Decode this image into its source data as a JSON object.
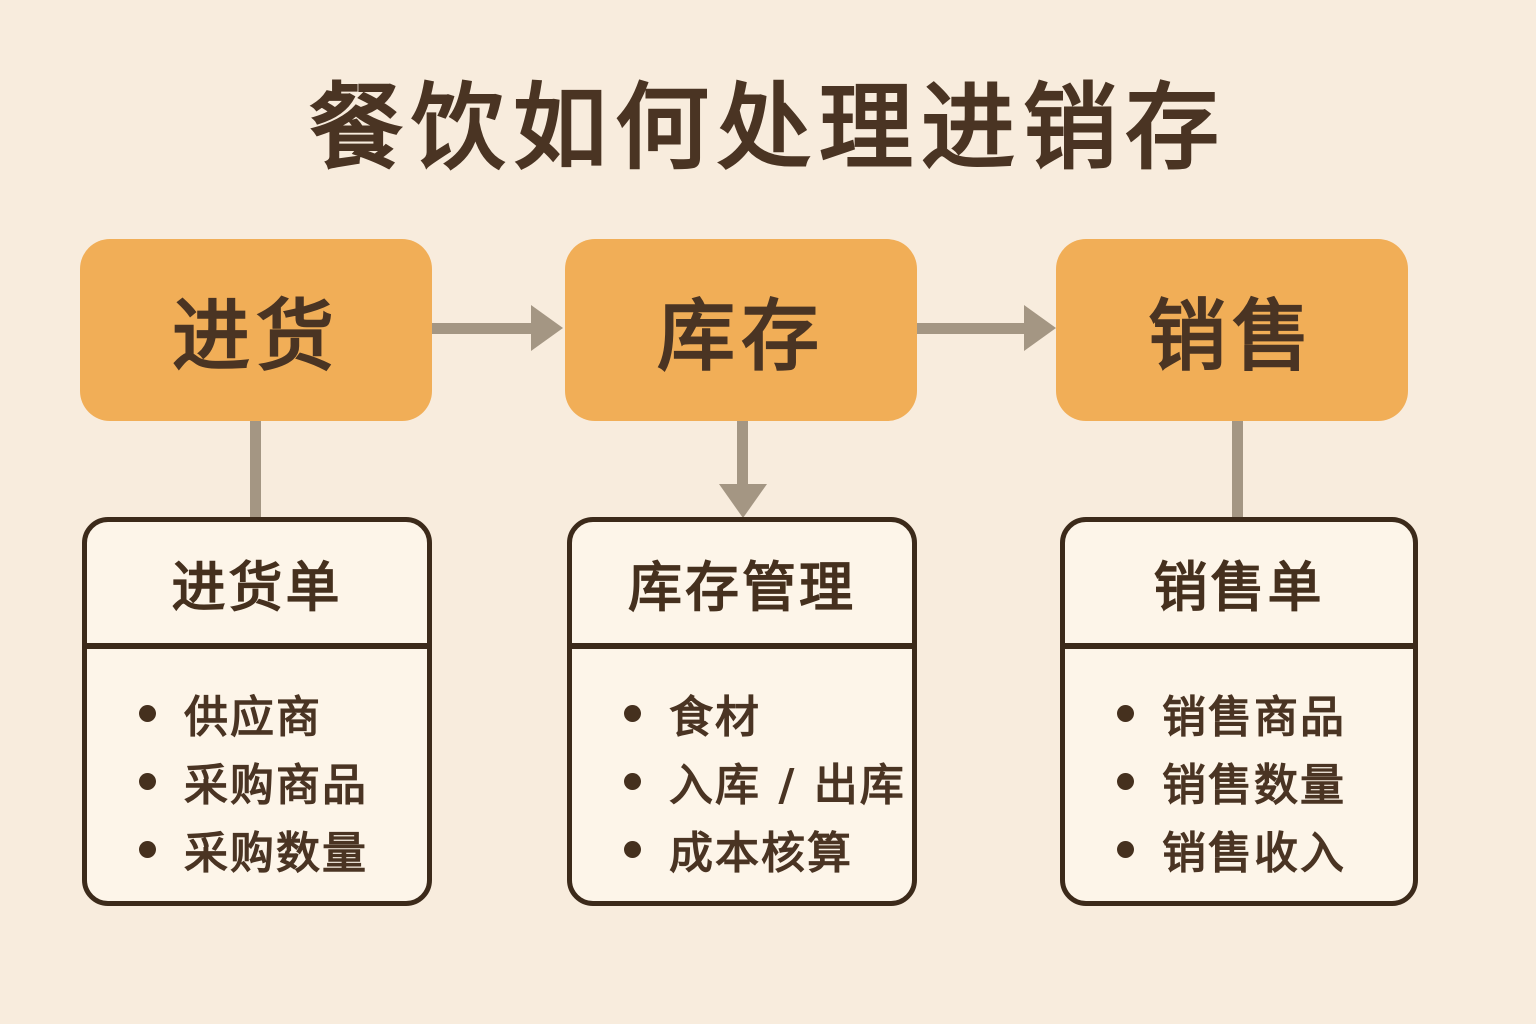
{
  "title": "餐饮如何处理进销存",
  "flow": {
    "nodes": [
      {
        "label": "进货"
      },
      {
        "label": "库存"
      },
      {
        "label": "销售"
      }
    ]
  },
  "cards": [
    {
      "title": "进货单",
      "items": [
        "供应商",
        "采购商品",
        "采购数量"
      ]
    },
    {
      "title": "库存管理",
      "items": [
        "食材",
        "入库 / 出库",
        "成本核算"
      ]
    },
    {
      "title": "销售单",
      "items": [
        "销售商品",
        "销售数量",
        "销售收入"
      ]
    }
  ],
  "colors": {
    "background": "#f8ecdd",
    "node_fill": "#f1ae57",
    "text": "#4a3423",
    "card_background": "#fdf5e9",
    "card_border": "#3c2a1a",
    "arrow": "#a49683"
  }
}
